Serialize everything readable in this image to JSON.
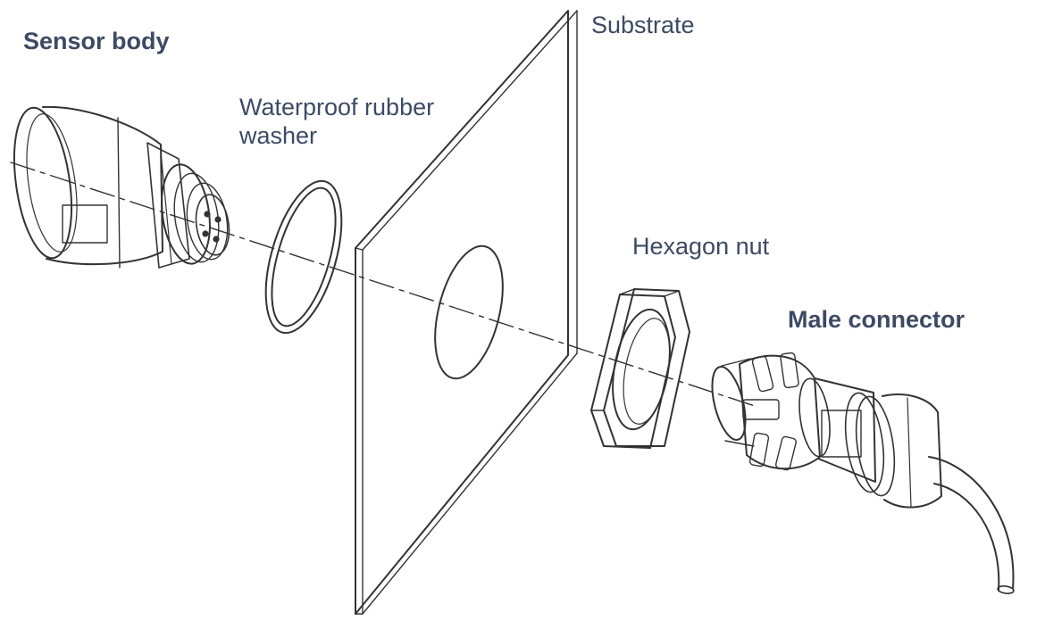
{
  "labels": {
    "sensor_body": "Sensor body",
    "washer_line1": "Waterproof rubber",
    "washer_line2": "washer",
    "substrate": "Substrate",
    "hexagon_nut": "Hexagon nut",
    "male_connector": "Male connector"
  },
  "colors": {
    "label_text": "#3d4a63",
    "line": "#333333",
    "background": "#ffffff"
  }
}
